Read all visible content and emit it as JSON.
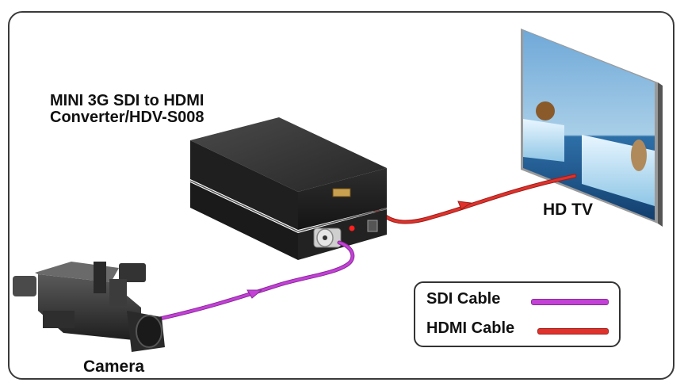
{
  "title": {
    "line1": "MINI 3G SDI to HDMI",
    "line2": "Converter/HDV-S008"
  },
  "labels": {
    "tv": "HD TV",
    "camera": "Camera"
  },
  "legend": {
    "sdi_label": "SDI Cable",
    "hdmi_label": "HDMI Cable"
  },
  "colors": {
    "sdi_cable": "#c341d6",
    "hdmi_cable": "#e0322c",
    "box_body": "#2b2b2b",
    "frame": "#3a3a3a"
  },
  "icons": [
    "converter-box-icon",
    "hd-tv-icon",
    "camera-icon",
    "bnc-connector-icon",
    "hdmi-port-icon",
    "power-jack-icon"
  ]
}
